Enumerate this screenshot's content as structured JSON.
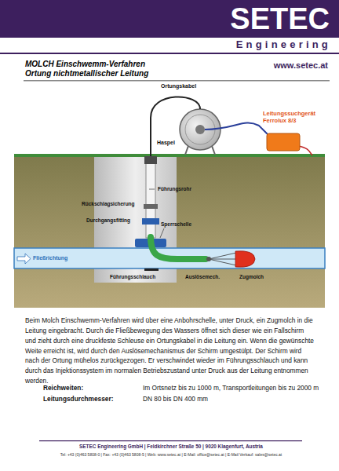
{
  "diagram": {
    "title": "MOLCH Einschwemm-Verfahren",
    "labels": [
      "SETEC",
      "Engineering",
      "Ortung nichtmetallischer Leitung",
      "www.setec.at",
      "Ortungskabel",
      "Leitungssuchgerät Ferrolux 8/3",
      "Haspel",
      "Führungsrohr",
      "Rückschlagsicherung",
      "Durchgangsfitting",
      "Sperrschelle",
      "Fließrichtung",
      "Führungsschlauch",
      "Auslösemech.",
      "Zugmolch",
      "Beim Molch Einschwemm-Verfahren wird über eine Anbohrschelle, unter Druck, ein Zugmolch in die Leitung eingebracht. Durch die Fließbewegung des Wassers öffnet sich dieser wie ein Fallschirm und zieht durch eine druckfeste Schleuse ein Ortungskabel in die Leitung ein. Wenn die gewünschte Weite erreicht ist, wird durch den Auslösemechanismus der Schirm umgestülpt. Der Schirm wird nach der Ortung mühelos zurückgezogen. Er verschwindet wieder im Führungsschlauch und kann durch das Injektionssystem im normalen Betriebszustand unter Druck aus der Leitung entnommen werden.",
      "Reichweiten:",
      "Im Ortsnetz bis zu 1000 m, Transportleitungen bis zu 2000 m",
      "Leitungsdurchmesser:",
      "DN 80 bis DN 400 mm",
      "SETEC Engineering GmbH | Feldkirchner Straße 50 | 9020 Klagenfurt, Austria",
      "Tel: +43 (0)463 5808-0 | Fax: +43 (0)463 5808-5 | Web: www.setec.at | E-Mail: office@setec.at | E-Mail Verkauf: sales@setec.at"
    ]
  }
}
